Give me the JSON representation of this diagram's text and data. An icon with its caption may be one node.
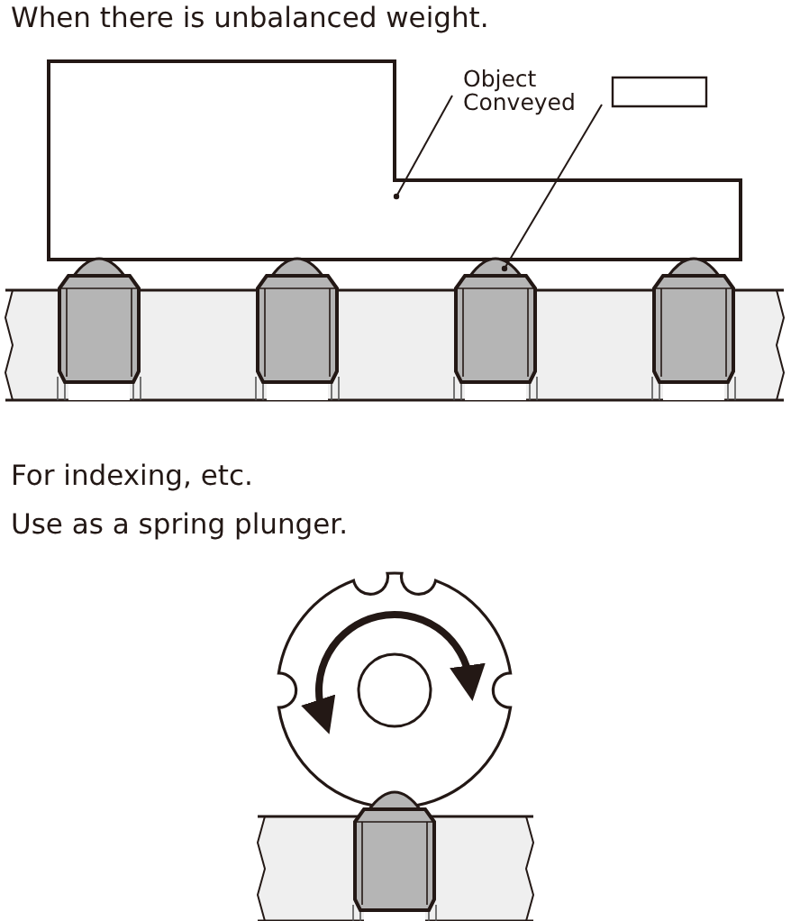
{
  "diagram": {
    "nodes": [
      {
        "text": [
          "Object Conveyed"
        ]
      },
      {
        "text": [],
        "shape": "box"
      },
      {
        "text": [],
        "shape": "box"
      },
      {
        "text": [],
        "shape": "picture"
      }
    ],
    "edges": [
      {
        "from": 0,
        "to": 1,
        "arrow": "other"
      },
      {
        "from": 2,
        "to": 3,
        "arrow": "other"
      }
    ],
    "labels": [
      "When there is unbalanced weight.",
      "For indexing, etc.",
      "Use as a spring plunger."
    ]
  }
}
